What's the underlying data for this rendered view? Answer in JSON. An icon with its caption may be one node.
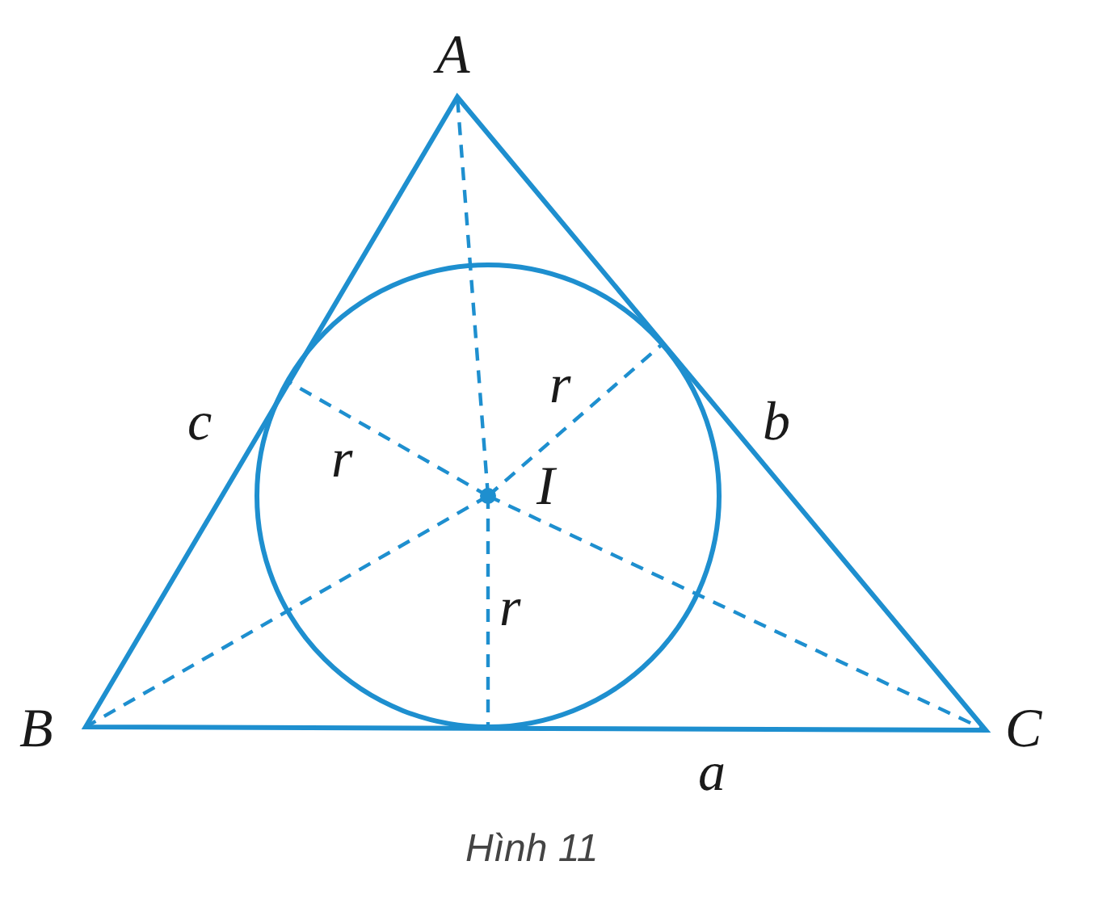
{
  "diagram": {
    "caption": "Hình 11",
    "labels": [
      "A",
      "r",
      "c",
      "b",
      "r",
      "I",
      "r",
      "B",
      "C",
      "a"
    ]
  }
}
